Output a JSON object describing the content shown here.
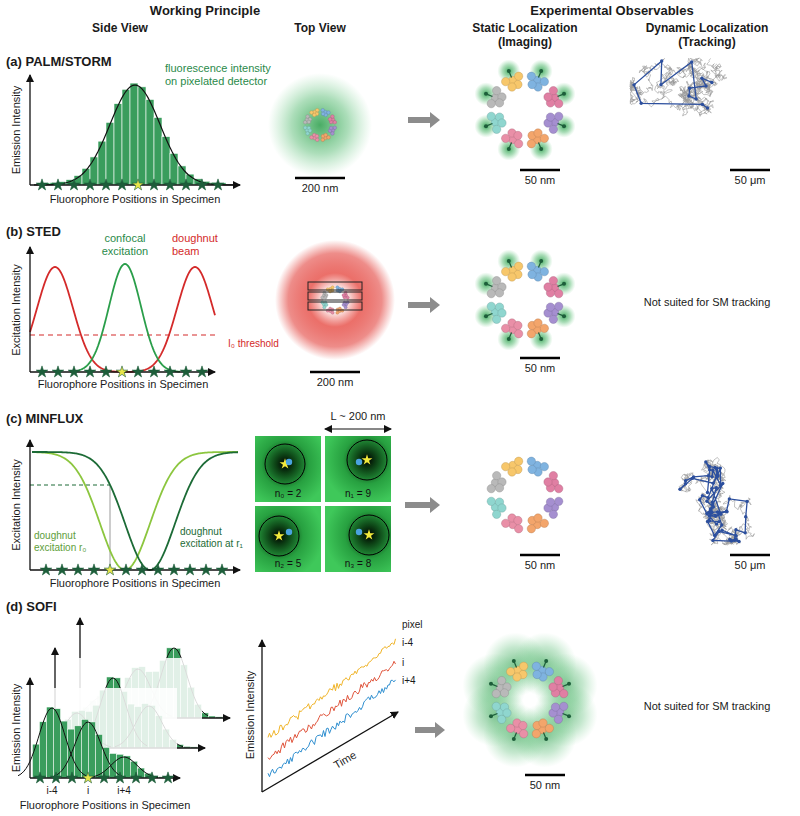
{
  "diagram": {
    "nodes": [
      {
        "text": [
          "n₀ = 2"
        ]
      },
      {
        "text": [
          "n₁ = 9"
        ]
      },
      {
        "text": [
          "n₂ = 5"
        ]
      },
      {
        "text": [
          "n₃ = 8"
        ]
      }
    ],
    "labels": [
      "Working Principle",
      "Experimental Observables",
      "Side View",
      "Top View",
      "Static Localization (Imaging)",
      "Dynamic Localization (Tracking)",
      "(a) PALM/STORM",
      "fluorescence intensity on pixelated detector",
      "Emission Intensity",
      "Fluorophore Positions in Specimen",
      "200 nm",
      "50 nm",
      "50 μm",
      "(b) STED",
      "confocal excitation",
      "doughnut beam",
      "I₀ threshold",
      "Excitation Intensity",
      "Fluorophore Positions in Specimen",
      "200 nm",
      "50 nm",
      "Not suited for SM tracking",
      "(c) MINFLUX",
      "L ~ 200 nm",
      "doughnut excitation r₀",
      "doughnut excitation at r₁",
      "Excitation Intensity",
      "Fluorophore Positions in Specimen",
      "50 nm",
      "50 μm",
      "(d) SOFI",
      "Emission Intensity",
      "i-4",
      "i",
      "i+4",
      "Fluorophore Positions in Specimen",
      "pixel",
      "i-4",
      "i",
      "i+4",
      "Emission Intensity",
      "Time",
      "50 nm",
      "Not suited for SM tracking"
    ]
  }
}
